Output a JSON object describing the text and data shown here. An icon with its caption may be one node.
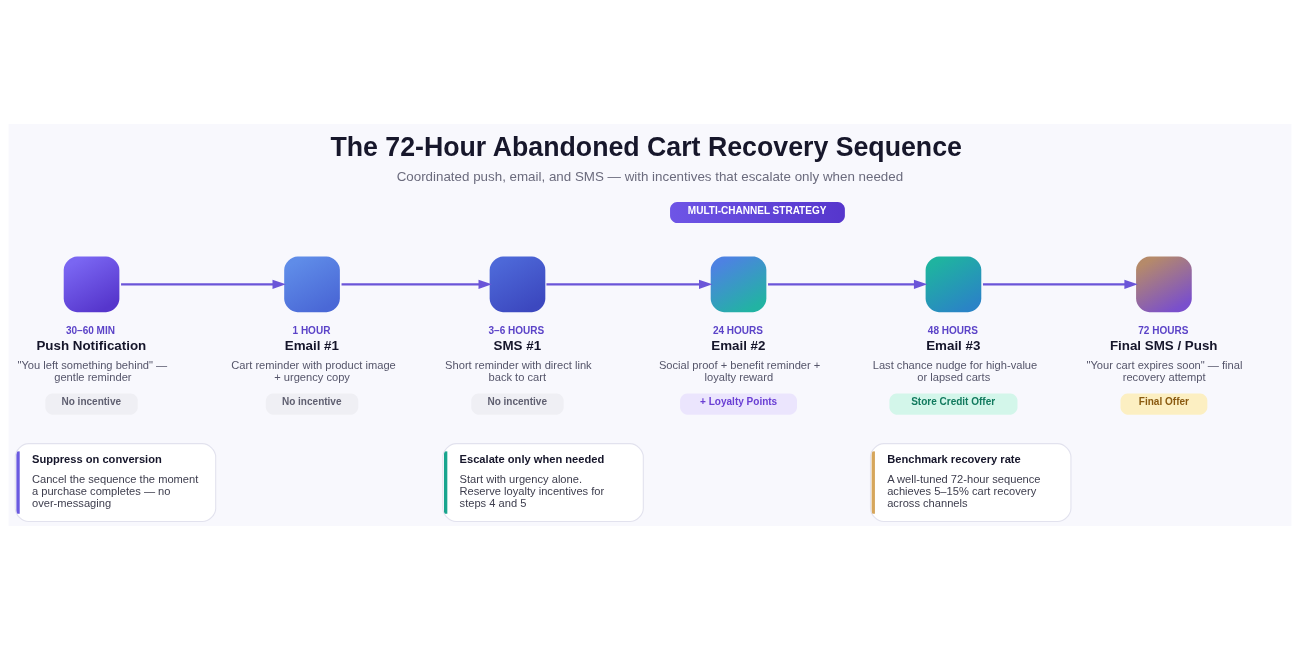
{
  "diagram": {
    "title": "The 72-Hour Abandoned Cart Recovery Sequence",
    "caption": "Coordinated push, email, and SMS — with incentives that escalate only when needed",
    "nodes": [
      {
        "text": [
          "30–60 MIN",
          "Push Notification",
          "\"You left something behind\" — gentle reminder",
          "No incentive"
        ]
      },
      {
        "text": [
          "1 HOUR",
          "Email #1",
          "Cart reminder with product image + urgency copy",
          "No incentive"
        ]
      },
      {
        "text": [
          "3–6 HOURS",
          "SMS #1",
          "Short reminder with direct link back to cart",
          "No incentive"
        ]
      },
      {
        "text": [
          "24 HOURS",
          "Email #2",
          "Social proof + benefit reminder + loyalty reward",
          "+ Loyalty Points"
        ]
      },
      {
        "text": [
          "48 HOURS",
          "Email #3",
          "Last chance nudge for high-value or lapsed carts",
          "Store Credit Offer"
        ]
      },
      {
        "text": [
          "72 HOURS",
          "Final SMS / Push",
          "\"Your cart expires soon\" — final recovery attempt",
          "Final Offer"
        ]
      },
      {
        "text": [
          "Suppress on conversion",
          "Cancel the sequence the moment a purchase completes — no over-messaging"
        ]
      },
      {
        "text": [
          "Escalate only when needed",
          "Start with urgency alone. Reserve loyalty incentives for steps 4 and 5"
        ]
      },
      {
        "text": [
          "Benchmark recovery rate",
          "A well-tuned 72-hour sequence achieves 5–15% cart recovery across channels"
        ]
      }
    ],
    "edges": [
      {
        "from": 0,
        "to": 1,
        "arrow": "to"
      },
      {
        "from": 1,
        "to": 2,
        "arrow": "to"
      },
      {
        "from": 2,
        "to": 3,
        "arrow": "to"
      },
      {
        "from": 3,
        "to": 4,
        "arrow": "to"
      },
      {
        "from": 4,
        "to": 5,
        "arrow": "to"
      }
    ],
    "labels": [
      "MULTI-CHANNEL STRATEGY"
    ]
  }
}
